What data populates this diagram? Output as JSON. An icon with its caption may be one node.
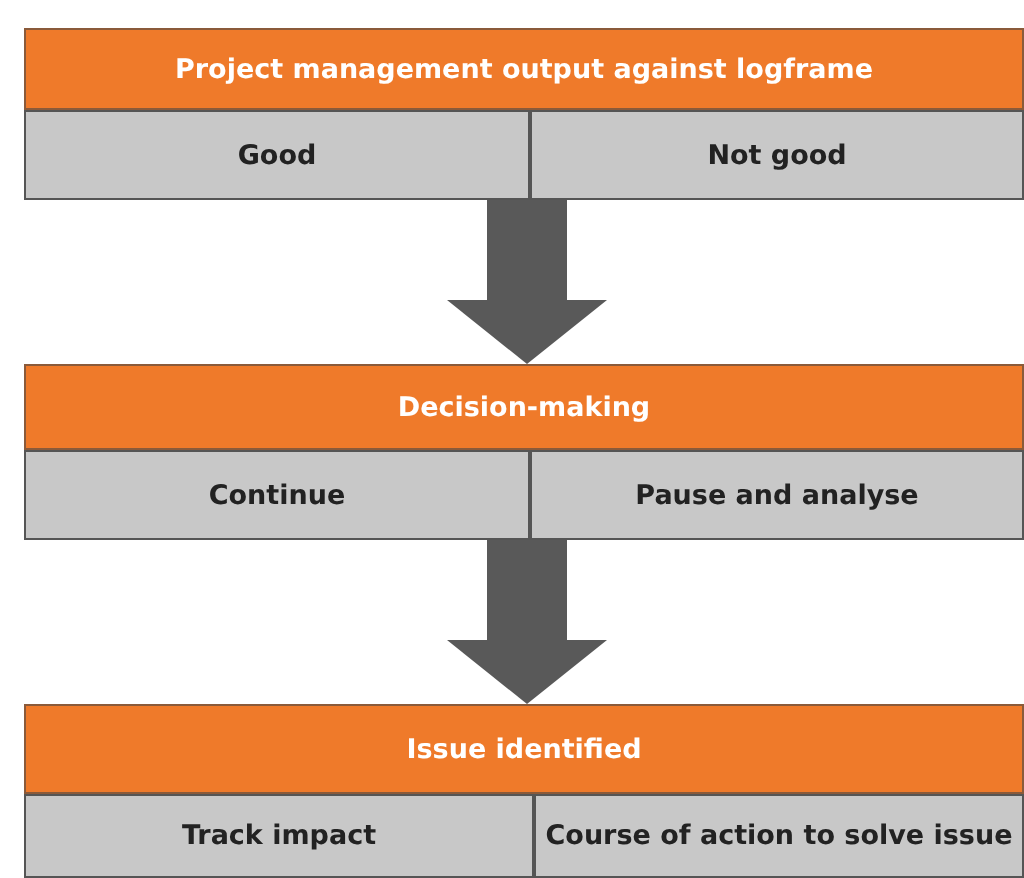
{
  "diagram": {
    "nodes": [
      {
        "text": [
          "Project management output against logframe"
        ]
      },
      {
        "text": [
          "Good"
        ]
      },
      {
        "text": [
          "Not good"
        ]
      },
      {
        "text": [
          "Decision-making"
        ]
      },
      {
        "text": [
          "Continue"
        ]
      },
      {
        "text": [
          "Pause and analyse"
        ]
      },
      {
        "text": [
          "Issue identified"
        ]
      },
      {
        "text": [
          "Track impact"
        ]
      },
      {
        "text": [
          "Course of action to solve issue"
        ]
      }
    ],
    "edges": [
      {
        "from": 1,
        "to": 3,
        "arrow": "to"
      },
      {
        "from": 2,
        "to": 3,
        "arrow": "to"
      },
      {
        "from": 4,
        "to": 6,
        "arrow": "to"
      },
      {
        "from": 5,
        "to": 6,
        "arrow": "to"
      }
    ]
  }
}
